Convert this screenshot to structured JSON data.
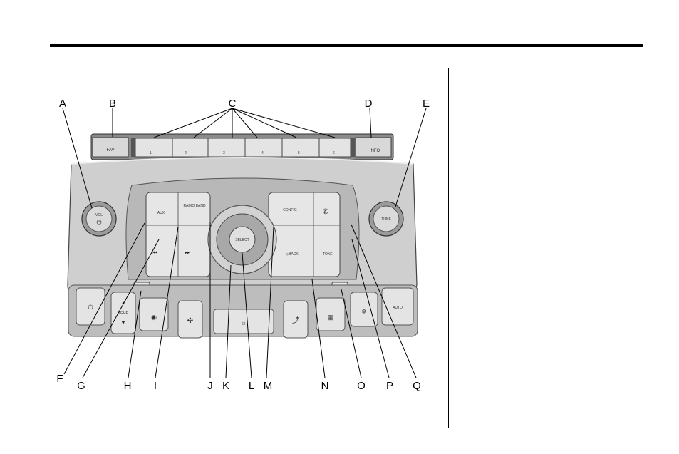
{
  "callouts": [
    "A",
    "B",
    "C",
    "D",
    "E",
    "F",
    "G",
    "H",
    "I",
    "J",
    "K",
    "L",
    "M",
    "N",
    "O",
    "P",
    "Q"
  ],
  "preset_buttons": {
    "fav": "FAV",
    "presets": [
      "1",
      "2",
      "3",
      "4",
      "5",
      "6"
    ],
    "info": "INFO"
  },
  "knobs": {
    "vol": "VOL",
    "tune": "TUNE",
    "select": "SELECT"
  },
  "radio_buttons": {
    "aux": "AUX",
    "radio_band": "RADIO BAND",
    "seek_back": "⏮",
    "seek_fwd": "⏭",
    "config": "CONFIG",
    "phone": "✆",
    "back": "◇BACK",
    "tone": "TONE"
  },
  "climate_buttons": {
    "temp": "TEMP",
    "auto": "AUTO"
  },
  "colors": {
    "rule": "#000000",
    "panel": "#c8c8c8",
    "panel_dark": "#9a9a9a",
    "button": "#e8e8e8"
  }
}
